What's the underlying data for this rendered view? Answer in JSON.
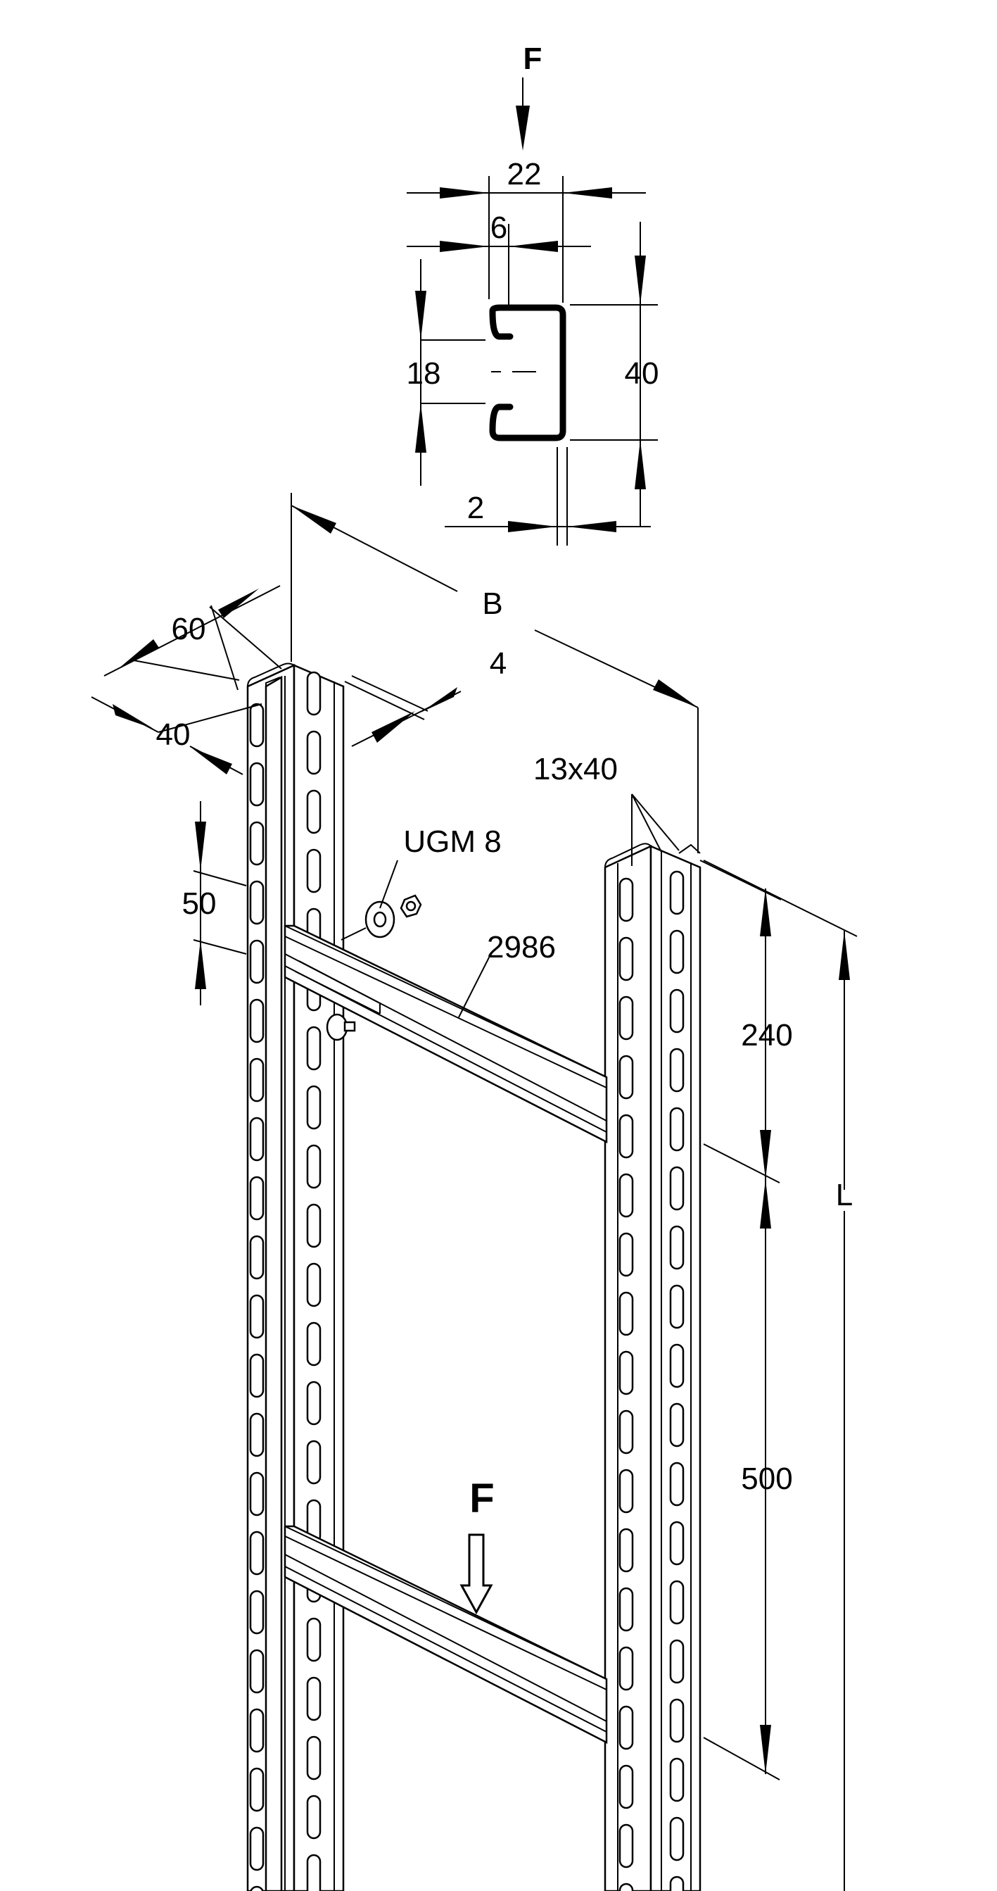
{
  "colors": {
    "line": "#000000",
    "background": "#ffffff"
  },
  "labels": {
    "force_top": "F",
    "force_rung": "F",
    "profile_width": "22",
    "lip_width": "6",
    "slot_opening": "18",
    "profile_height": "40",
    "wall_thickness": "2",
    "ladder_width": "B",
    "stile_depth": "60",
    "stile_flange": "40",
    "stile_thickness": "4",
    "slot_size": "13x40",
    "fastener": "UGM 8",
    "slot_pitch": "50",
    "rung_article": "2986",
    "first_rung_offset": "240",
    "rung_spacing": "500",
    "length": "L"
  }
}
